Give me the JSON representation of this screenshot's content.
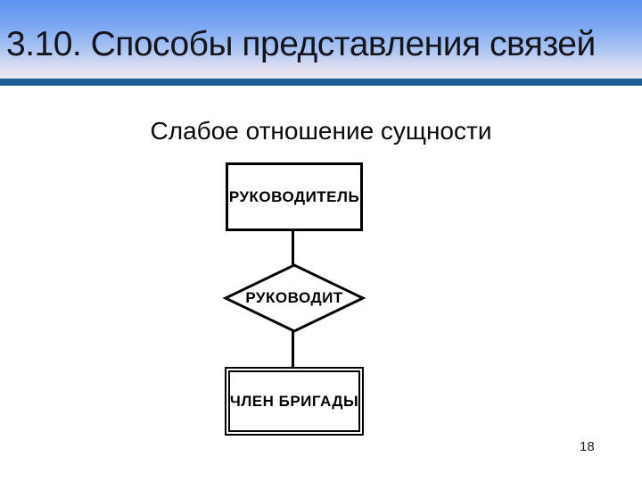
{
  "slide": {
    "title": "3.10. Способы представления связей",
    "subtitle": "Слабое отношение сущности",
    "page_number": "18"
  },
  "diagram": {
    "type": "er-diagram",
    "entity_top": {
      "label": "РУКОВОДИТЕЛЬ",
      "shape": "rectangle",
      "role": "strong-entity"
    },
    "relationship": {
      "label": "РУКОВОДИТ",
      "shape": "diamond",
      "role": "relationship"
    },
    "entity_bottom": {
      "label": "ЧЛЕН БРИГАДЫ",
      "shape": "double-rectangle",
      "role": "weak-entity"
    },
    "connections": [
      {
        "from": "РУКОВОДИТЕЛЬ",
        "to": "РУКОВОДИТ"
      },
      {
        "from": "РУКОВОДИТ",
        "to": "ЧЛЕН БРИГАДЫ"
      }
    ]
  },
  "colors": {
    "header_gradient_top": "#5d93f3",
    "header_gradient_bottom": "#ece7f3",
    "divider_bar": "#1d5e96",
    "title_text": "#14141f",
    "diagram_stroke": "#000000",
    "background": "#ffffff"
  }
}
